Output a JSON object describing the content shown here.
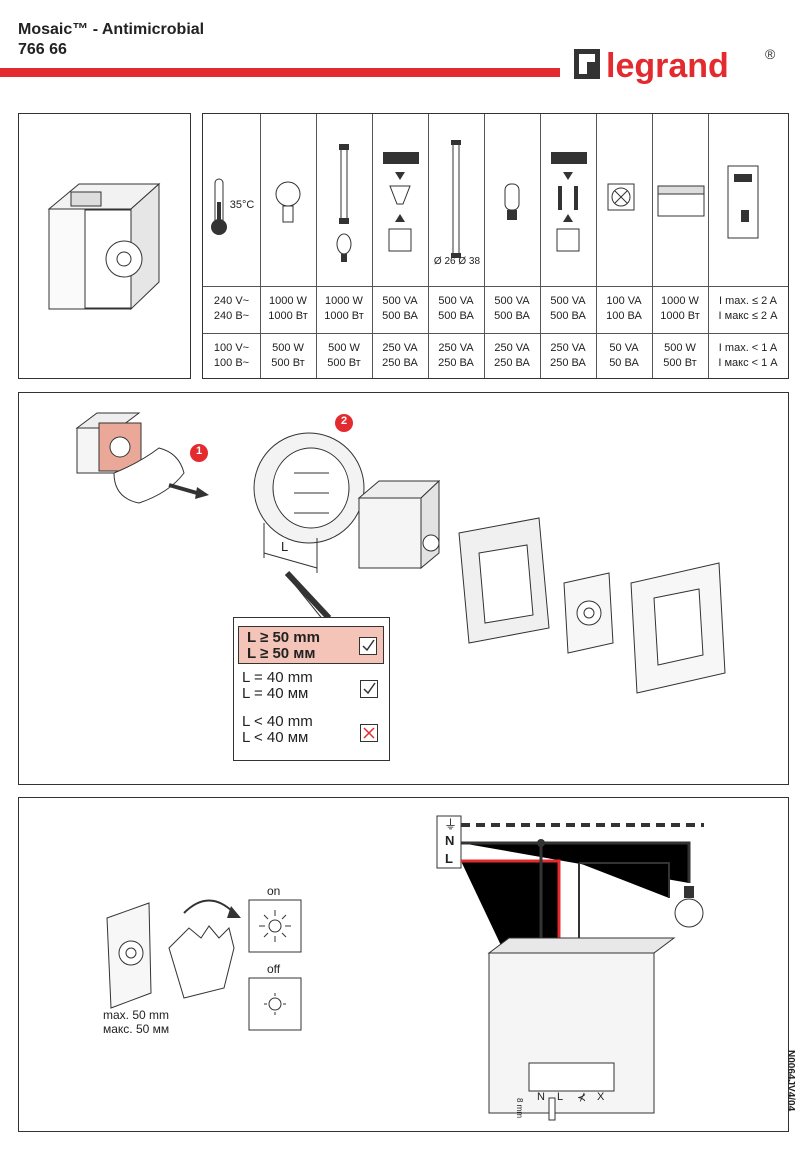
{
  "header": {
    "title_line1": "Mosaic™ - Antimicrobial",
    "title_line2": "766 66",
    "brand": "legrand",
    "brand_mark": "®",
    "accent_color": "#e32b2f"
  },
  "load_table": {
    "temperature_label": "35°C",
    "tube_diameters": "Ø 26 Ø 38",
    "columns": [
      {
        "icon": "thermometer-icon",
        "row1": [
          "240 V~",
          "240 В~"
        ],
        "row2": [
          "100 V~",
          "100 В~"
        ]
      },
      {
        "icon": "incandescent-bulb-icon",
        "row1": [
          "1000 W",
          "1000 Вт"
        ],
        "row2": [
          "500 W",
          "500 Вт"
        ]
      },
      {
        "icon": "halogen-lamp-icon",
        "row1": [
          "1000 W",
          "1000 Вт"
        ],
        "row2": [
          "500 W",
          "500 Вт"
        ]
      },
      {
        "icon": "electronic-transformer-icon",
        "row1": [
          "500 VA",
          "500 ВА"
        ],
        "row2": [
          "250 VA",
          "250 ВА"
        ]
      },
      {
        "icon": "fluorescent-tube-icon",
        "row1": [
          "500 VA",
          "500 ВА"
        ],
        "row2": [
          "250 VA",
          "250 ВА"
        ]
      },
      {
        "icon": "compact-fluorescent-icon",
        "row1": [
          "500 VA",
          "500 ВА"
        ],
        "row2": [
          "250 VA",
          "250 ВА"
        ]
      },
      {
        "icon": "ballast-cfl-icon",
        "row1": [
          "500 VA",
          "500 ВА"
        ],
        "row2": [
          "250 VA",
          "250 ВА"
        ]
      },
      {
        "icon": "fan-icon",
        "row1": [
          "100 VA",
          "100 ВА"
        ],
        "row2": [
          "50 VA",
          "50 ВА"
        ]
      },
      {
        "icon": "heater-icon",
        "row1": [
          "1000 W",
          "1000 Вт"
        ],
        "row2": [
          "500 W",
          "500 Вт"
        ]
      },
      {
        "icon": "contactor-icon",
        "row1": [
          "I max. ≤ 2 A",
          "I макс ≤ 2 A"
        ],
        "row2": [
          "I max. < 1 A",
          "I макс < 1 A"
        ]
      }
    ]
  },
  "installation": {
    "step1": "1",
    "step2": "2",
    "dimension_label": "L",
    "options": [
      {
        "line1": "L ≥ 50 mm",
        "line2": "L ≥ 50 мм",
        "status": "ok-highlight"
      },
      {
        "line1": "L = 40 mm",
        "line2": "L = 40 мм",
        "status": "ok"
      },
      {
        "line1": "L < 40 mm",
        "line2": "L < 40 мм",
        "status": "no"
      }
    ]
  },
  "operation": {
    "on_label": "on",
    "off_label": "off",
    "distance_line1": "max. 50 mm",
    "distance_line2": "макс. 50 мм",
    "wiring_labels": {
      "earth": "⏚",
      "neutral": "N",
      "live": "L"
    },
    "terminal_labels": [
      "N",
      "L",
      "⊀",
      "X"
    ],
    "strip_length": "8 mm",
    "doc_code": "N0064JV4/04"
  }
}
